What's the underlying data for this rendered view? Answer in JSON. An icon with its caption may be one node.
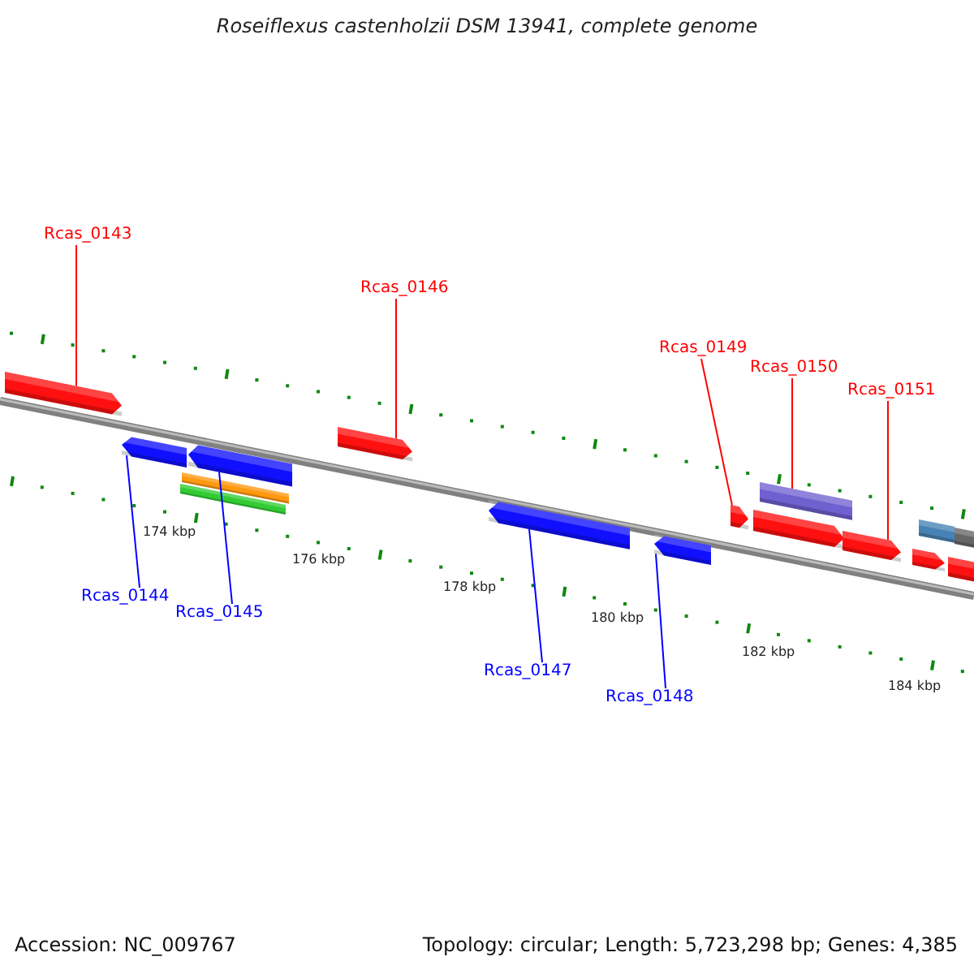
{
  "diagram": {
    "title": "Roseiflexus castenholzii DSM 13941, complete genome",
    "nodes": [
      {
        "text": [
          "Rcas_0143"
        ]
      },
      {
        "text": [
          "Rcas_0146"
        ]
      },
      {
        "text": [
          "Rcas_0149"
        ]
      },
      {
        "text": [
          "Rcas_0150"
        ]
      },
      {
        "text": [
          "Rcas_0151"
        ]
      },
      {
        "text": [
          "Rcas_0144"
        ]
      },
      {
        "text": [
          "Rcas_0145"
        ]
      },
      {
        "text": [
          "Rcas_0147"
        ]
      },
      {
        "text": [
          "Rcas_0148"
        ]
      },
      {
        "text": [],
        "shape": "bar"
      },
      {
        "text": [],
        "shape": "bar"
      },
      {
        "text": [],
        "shape": "bar"
      },
      {
        "text": [],
        "shape": "bar"
      },
      {
        "text": [],
        "shape": "bar"
      },
      {
        "text": [],
        "shape": "bar"
      },
      {
        "text": [],
        "shape": "bar"
      },
      {
        "text": [],
        "shape": "bar"
      },
      {
        "text": [],
        "shape": "bar"
      },
      {
        "text": [],
        "shape": "bar"
      },
      {
        "text": [],
        "shape": "bar"
      },
      {
        "text": [],
        "shape": "bar"
      },
      {
        "text": [],
        "shape": "bar"
      },
      {
        "text": [],
        "shape": "bar"
      },
      {
        "text": [],
        "shape": "bar"
      },
      {
        "text": [],
        "shape": "bar"
      }
    ],
    "edges": [
      {
        "from": 0,
        "to": 9,
        "arrow": "none",
        "color": "#ff0000"
      },
      {
        "from": 1,
        "to": 14,
        "arrow": "none",
        "color": "#ff0000"
      },
      {
        "from": 2,
        "to": 17,
        "arrow": "none",
        "color": "#ff0000"
      },
      {
        "from": 3,
        "to": 18,
        "arrow": "none",
        "color": "#ff0000"
      },
      {
        "from": 4,
        "to": 20,
        "arrow": "none",
        "color": "#ff0000"
      },
      {
        "from": 5,
        "to": 10,
        "arrow": "none",
        "color": "#0000ff"
      },
      {
        "from": 6,
        "to": 11,
        "arrow": "none",
        "color": "#0000ff"
      },
      {
        "from": 7,
        "to": 15,
        "arrow": "none",
        "color": "#0000ff"
      },
      {
        "from": 8,
        "to": 16,
        "arrow": "none",
        "color": "#0000ff"
      }
    ],
    "labels": [
      "174 kbp",
      "176 kbp",
      "178 kbp",
      "180 kbp",
      "182 kbp",
      "184 kbp",
      "Accession: NC_009767",
      "Topology: circular; Length: 5,723,298 bp; Genes: 4,385"
    ]
  }
}
